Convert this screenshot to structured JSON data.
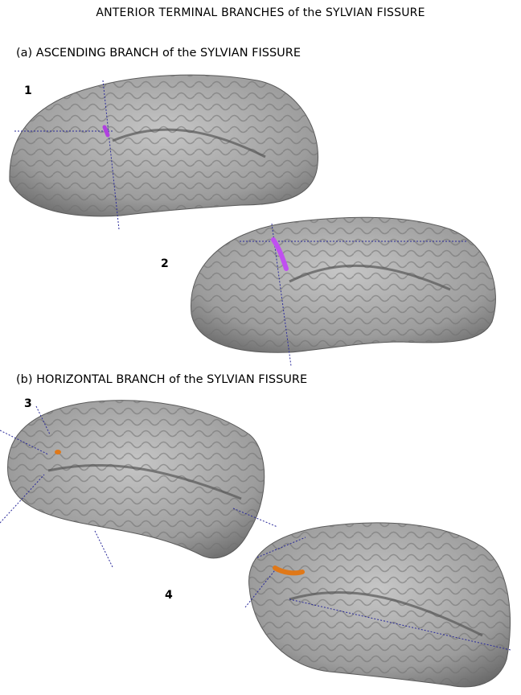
{
  "title": "ANTERIOR TERMINAL BRANCHES of the SYLVIAN FISSURE",
  "section_a": "(a) ASCENDING BRANCH of the SYLVIAN FISSURE",
  "section_b": "(b) HORIZONTAL BRANCH of the SYLVIAN FISSURE",
  "panels": [
    {
      "number": "1",
      "highlight_color": "#b040e0"
    },
    {
      "number": "2",
      "highlight_color": "#c050f0"
    },
    {
      "number": "3",
      "highlight_color": "#e07818"
    },
    {
      "number": "4",
      "highlight_color": "#e07818"
    }
  ],
  "colors": {
    "brain_surface": "#a8a8a8",
    "brain_shadow": "#5a5a5a",
    "crosshair": "#2a2a9a",
    "ascending_branch": "#b040e0",
    "horizontal_branch": "#e07818"
  }
}
